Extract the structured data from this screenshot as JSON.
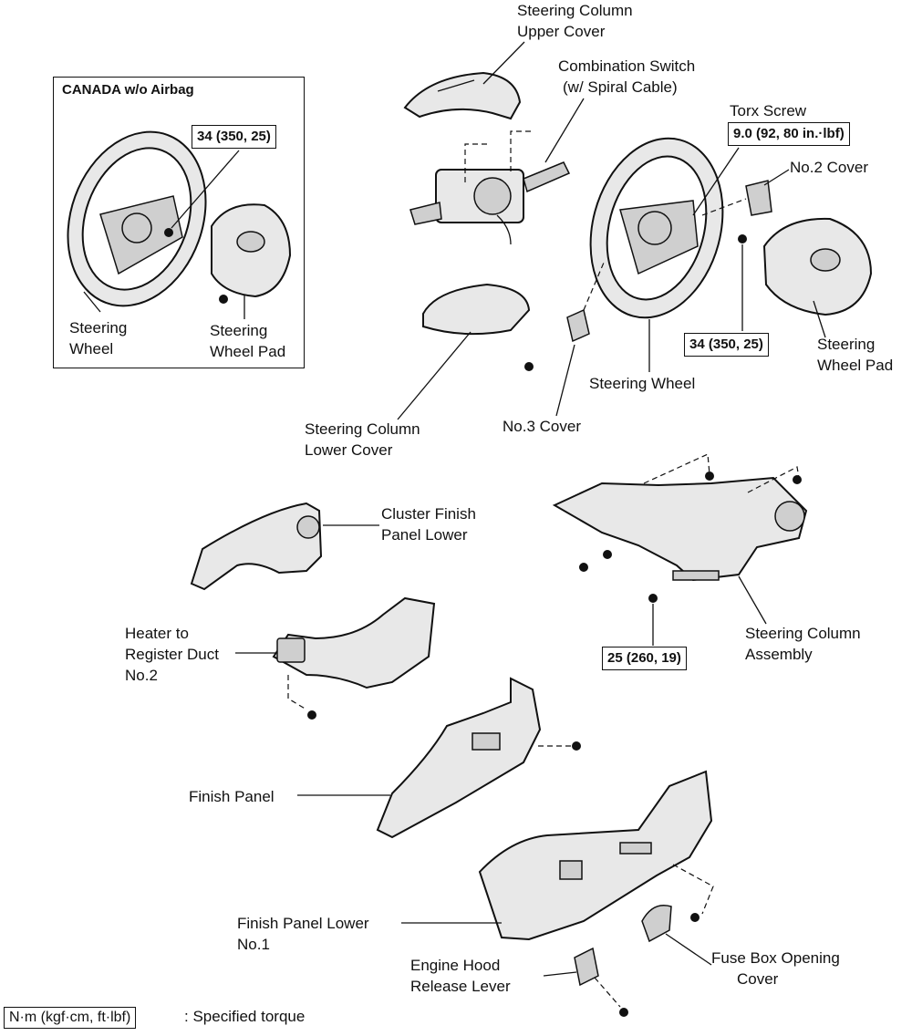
{
  "inset": {
    "title": "CANADA w/o Airbag",
    "torque": "34 (350, 25)",
    "steering_wheel": [
      "Steering",
      "Wheel"
    ],
    "steering_wheel_pad": [
      "Steering",
      "Wheel Pad"
    ]
  },
  "labels": {
    "upper_cover": [
      "Steering Column",
      "Upper Cover"
    ],
    "combination_switch": [
      "Combination Switch",
      "(w/ Spiral Cable)"
    ],
    "torx_screw": "Torx Screw",
    "torx_torque": "9.0 (92, 80 in.·lbf)",
    "no2_cover": "No.2 Cover",
    "wheel_torque": "34 (350, 25)",
    "steering_wheel_pad": [
      "Steering",
      "Wheel Pad"
    ],
    "steering_wheel": "Steering Wheel",
    "no3_cover": "No.3 Cover",
    "lower_cover": [
      "Steering Column",
      "Lower Cover"
    ],
    "cluster_finish": [
      "Cluster Finish",
      "Panel Lower"
    ],
    "heater_duct": [
      "Heater to",
      "Register Duct",
      "No.2"
    ],
    "column_torque": "25 (260, 19)",
    "column_assembly": [
      "Steering Column",
      "Assembly"
    ],
    "finish_panel": "Finish Panel",
    "finish_panel_lower": [
      "Finish Panel Lower",
      "No.1"
    ],
    "hood_release": [
      "Engine Hood",
      "Release Lever"
    ],
    "fuse_box_cover": [
      "Fuse Box Opening",
      "Cover"
    ]
  },
  "legend": {
    "unit": "N·m (kgf·cm, ft·lbf)",
    "text": ": Specified torque"
  }
}
